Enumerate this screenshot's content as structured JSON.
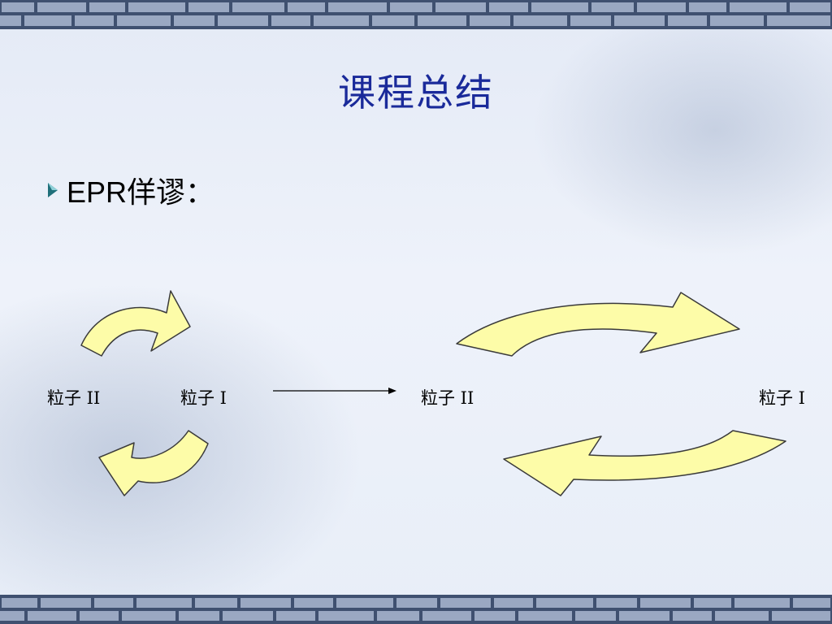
{
  "slide": {
    "title": "课程总结",
    "bullet": {
      "icon": "triangle-bullet-icon",
      "text": "EPR佯谬："
    },
    "labels": {
      "left_particle_2": "粒子 II",
      "left_particle_1": "粒子 I",
      "right_particle_2": "粒子 II",
      "right_particle_1": "粒子 I"
    },
    "colors": {
      "title": "#1a2a9a",
      "arrow_fill": "#fdfca8",
      "arrow_stroke": "#3a3a3a",
      "bullet": "#1f6f7a",
      "border": "#4a5c7c"
    }
  }
}
